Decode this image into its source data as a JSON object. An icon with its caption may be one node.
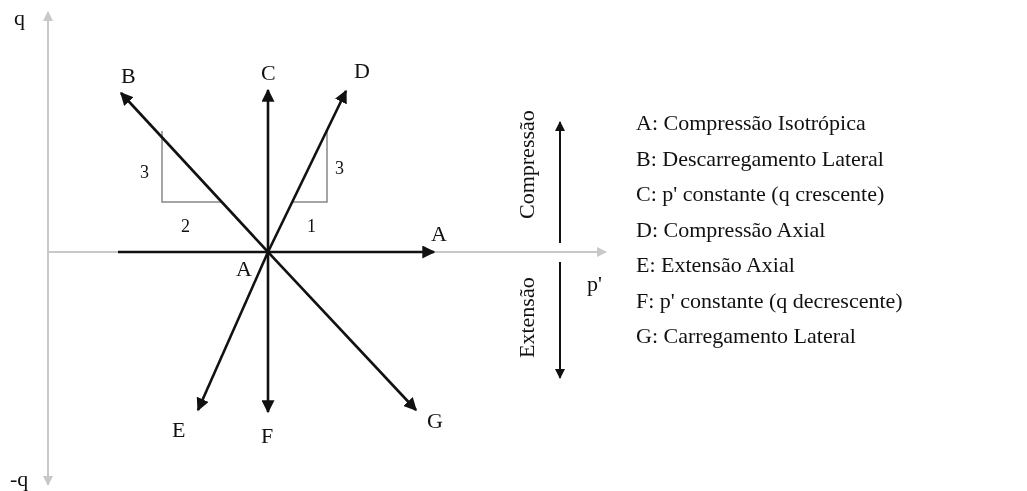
{
  "diagram": {
    "nodes": [
      {
        "text": [
          "A"
        ]
      },
      {
        "text": [
          "B"
        ]
      },
      {
        "text": [
          "C"
        ]
      },
      {
        "text": [
          "D"
        ]
      },
      {
        "text": [
          "E"
        ]
      },
      {
        "text": [
          "F"
        ]
      },
      {
        "text": [
          "G"
        ]
      },
      {
        "text": [
          "A"
        ]
      }
    ],
    "edges": [
      {
        "from": 0,
        "to": 1,
        "arrow": "to"
      },
      {
        "from": 0,
        "to": 2,
        "arrow": "to"
      },
      {
        "from": 0,
        "to": 3,
        "arrow": "to"
      },
      {
        "from": 0,
        "to": 4,
        "arrow": "to"
      },
      {
        "from": 0,
        "to": 5,
        "arrow": "to"
      },
      {
        "from": 0,
        "to": 6,
        "arrow": "to"
      },
      {
        "from": null,
        "to": 7,
        "arrow": "to"
      }
    ],
    "labels": [
      "q",
      "3",
      "3",
      "2",
      "1",
      "Compressão",
      "Extensão",
      "p'",
      "-q",
      "A: Compressão Isotrópica",
      "B: Descarregamento Lateral",
      "C: p' constante (q crescente)",
      "D: Compressão Axial",
      "E: Extensão Axial",
      "F: p' constante (q decrescente)",
      "G: Carregamento Lateral"
    ]
  }
}
